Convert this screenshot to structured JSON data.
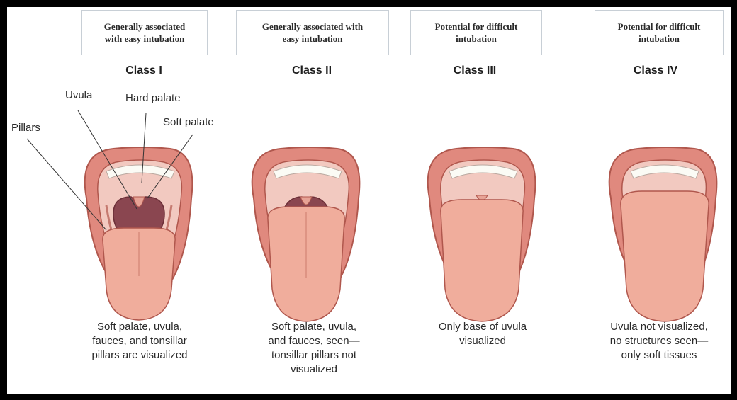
{
  "classes": [
    {
      "box": [
        "Generally associated",
        "with easy intubation"
      ],
      "name": "Class I",
      "caption": [
        "Soft palate, uvula,",
        "fauces, and tonsillar",
        "pillars are visualized"
      ]
    },
    {
      "box": [
        "Generally associated with",
        "easy intubation"
      ],
      "name": "Class II",
      "caption": [
        "Soft palate, uvula,",
        "and fauces, seen—",
        "tonsillar pillars not",
        "visualized"
      ]
    },
    {
      "box": [
        "Potential for difficult",
        "intubation"
      ],
      "name": "Class III",
      "caption": [
        "Only base of uvula",
        "visualized"
      ]
    },
    {
      "box": [
        "Potential for difficult",
        "intubation"
      ],
      "name": "Class IV",
      "caption": [
        "Uvula not visualized,",
        "no structures seen—",
        "only soft tissues"
      ]
    }
  ],
  "labels": {
    "uvula": "Uvula",
    "hard_palate": "Hard palate",
    "soft_palate": "Soft palate",
    "pillars": "Pillars"
  },
  "colors": {
    "lip": "#e0897e",
    "lip_outline": "#b0574d",
    "palate": "#f2c9c0",
    "throat": "#8a4650",
    "tongue": "#f0ad9c",
    "teeth": "#fbfbf5"
  }
}
